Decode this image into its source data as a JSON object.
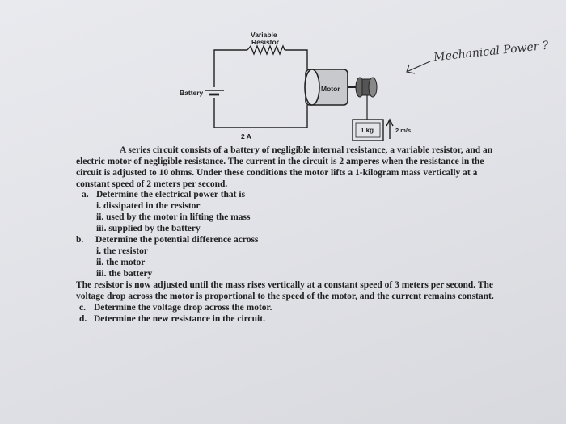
{
  "diagram": {
    "variable_resistor_label_1": "Variable",
    "variable_resistor_label_2": "Resistor",
    "battery_label": "Battery",
    "motor_label": "Motor",
    "current_label": "2 A",
    "mass_label": "1 kg",
    "speed_label": "2 m/s"
  },
  "handwritten_note": "Mechanical Power ?",
  "problem": {
    "intro_lines": [
      "A series circuit consists of a battery of negligible internal resistance, a variable resistor, and an",
      "electric motor of negligible resistance. The current in the circuit is 2 amperes when the resistance in the",
      "circuit is adjusted to 10 ohms.  Under these conditions the motor lifts a 1-kilogram mass vertically at a",
      "constant speed of  2 meters per second."
    ],
    "part_a": {
      "marker": "a.",
      "text": "Determine the electrical power that is",
      "items": [
        "i. dissipated in the resistor",
        "ii. used by the motor in lifting the mass",
        "iii. supplied by the battery"
      ]
    },
    "part_b": {
      "marker": "b.",
      "text": "Determine the potential difference across",
      "items": [
        "i. the resistor",
        "ii. the motor",
        "iii. the battery"
      ]
    },
    "followup_lines": [
      "The resistor is now adjusted until the mass rises vertically at a constant speed of 3 meters per second. The",
      "voltage drop across the motor is proportional to the speed of the motor, and the current remains constant."
    ],
    "part_c": {
      "marker": "c.",
      "text": "Determine the voltage drop across the motor."
    },
    "part_d": {
      "marker": "d.",
      "text": "Determine the new resistance in the circuit."
    }
  }
}
